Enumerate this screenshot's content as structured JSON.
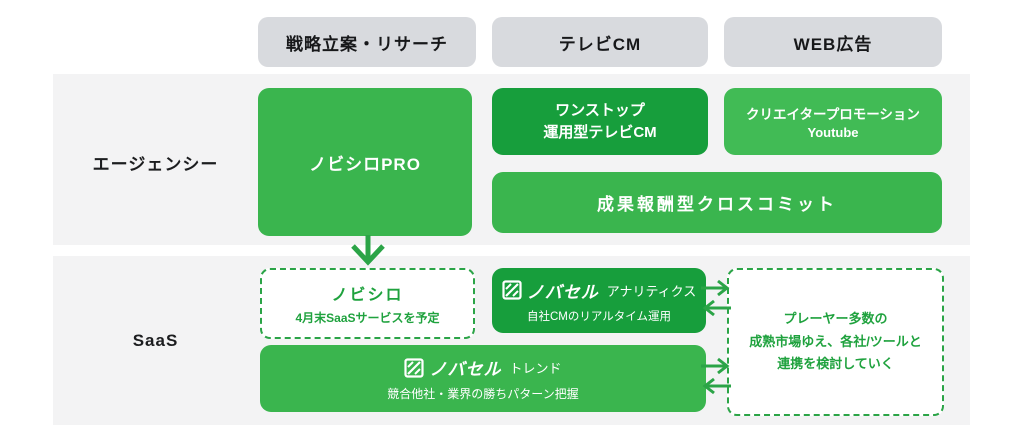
{
  "columns": [
    {
      "label": "戦略立案・リサーチ"
    },
    {
      "label": "テレビCM"
    },
    {
      "label": "WEB広告"
    }
  ],
  "row_labels": {
    "agency": "エージェンシー",
    "saas": "SaaS"
  },
  "agency_row": {
    "nobishiro_pro": {
      "title": "ノビシロPRO"
    },
    "onestop_tvcm": {
      "line1": "ワンストップ",
      "line2": "運用型テレビCM"
    },
    "creator_promotion": {
      "line1": "クリエイタープロモーション",
      "line2": "Youtube"
    },
    "cross_commit": {
      "title": "成果報酬型クロスコミット"
    }
  },
  "saas_row": {
    "nobishiro": {
      "title": "ノビシロ",
      "subtitle": "4月末SaaSサービスを予定"
    },
    "novacell_analytics": {
      "brand": "ノバセル",
      "product": "アナリティクス",
      "subtitle": "自社CMのリアルタイム運用"
    },
    "novacell_trend": {
      "brand": "ノバセル",
      "product": "トレンド",
      "subtitle": "競合他社・業界の勝ちパターン把握"
    },
    "partner_note": {
      "line1": "プレーヤー多数の",
      "line2": "成熟市場ゆえ、各社/ツールと",
      "line3": "連携を検討していく"
    }
  },
  "colors": {
    "green_medium": "#3ab54e",
    "green_dark": "#179e3c",
    "green_light": "#41bb55",
    "green_accent": "#2ba447",
    "band_gray": "#f3f3f4",
    "pill_gray": "#d8dade"
  }
}
